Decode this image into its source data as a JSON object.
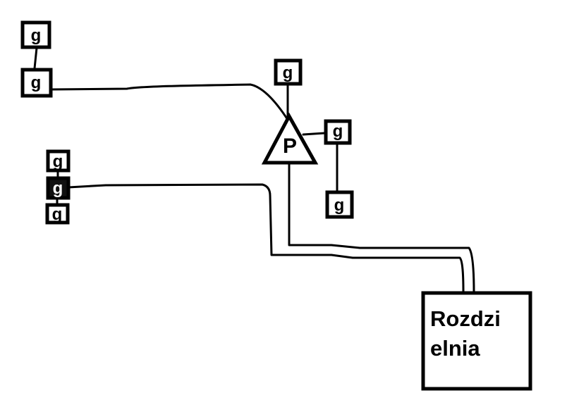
{
  "diagram": {
    "nodes": [
      {
        "id": "g1",
        "label": "g"
      },
      {
        "id": "g2",
        "label": "g"
      },
      {
        "id": "g-top",
        "label": "g"
      },
      {
        "id": "g-right",
        "label": "g"
      },
      {
        "id": "g-bottom-right",
        "label": "g"
      },
      {
        "id": "g-left-a",
        "label": "g"
      },
      {
        "id": "g-left-b",
        "label": "g"
      },
      {
        "id": "g-left-c",
        "label": "g"
      }
    ],
    "pump": {
      "label": "P"
    },
    "switchboard": {
      "line1": "Rozdzi",
      "line2": "elnia"
    }
  }
}
